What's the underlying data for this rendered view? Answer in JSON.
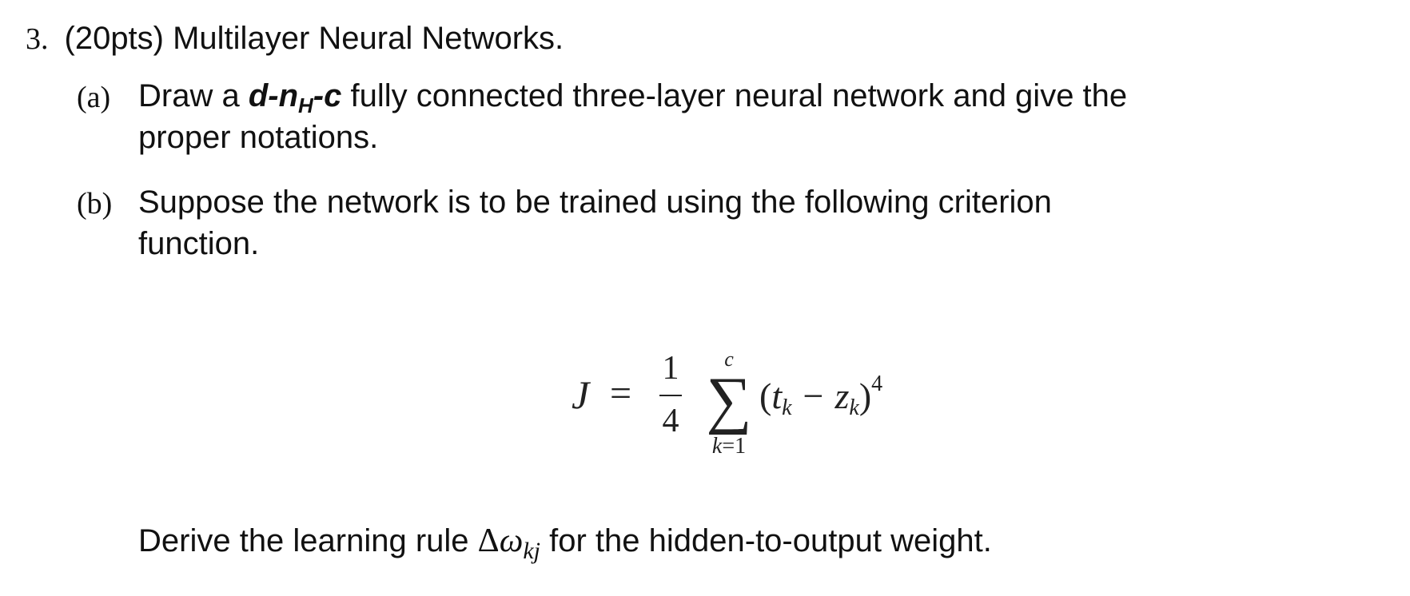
{
  "question": {
    "number": "3.",
    "title": "(20pts) Multilayer Neural Networks."
  },
  "part_a": {
    "label": "(a)",
    "line1_prefix": "Draw a ",
    "notation_d": "d-n",
    "notation_sub": "H",
    "notation_c": "-c",
    "line1_suffix": " fully connected three-layer neural network and give the",
    "line2": "proper  notations."
  },
  "part_b": {
    "label": "(b)",
    "line1": "Suppose the network is to be trained using the following criterion",
    "line2": "function."
  },
  "equation": {
    "lhs": "J",
    "equals": "=",
    "frac_num": "1",
    "frac_den": "4",
    "sum_upper": "c",
    "sum_sign": "∑",
    "sum_lower_var": "k",
    "sum_lower_rest": "=1",
    "open_paren": "(",
    "t": "t",
    "t_sub": "k",
    "minus": "−",
    "z": "z",
    "z_sub": "k",
    "close_paren": ")",
    "exponent": "4"
  },
  "derive": {
    "prefix": "Derive the learning rule ",
    "delta": "Δ",
    "omega": "ω",
    "sub": "kj",
    "suffix": " for the hidden-to-output weight."
  }
}
